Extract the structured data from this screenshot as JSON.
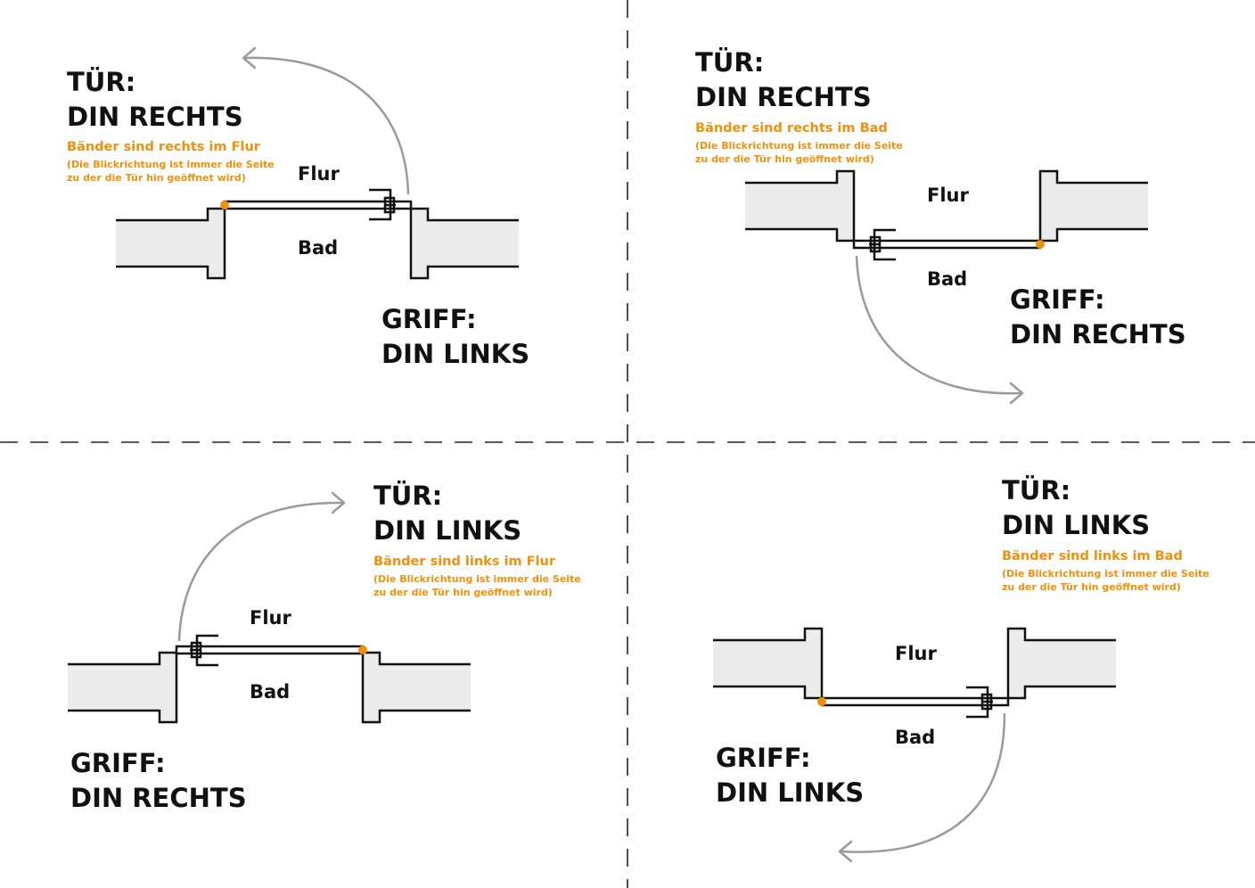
{
  "colors": {
    "accent": "#f0900c",
    "text": "#111111",
    "wall": "#ececec",
    "swing_arrow": "#9a9a9a"
  },
  "panels": [
    {
      "door_title": [
        "TÜR:",
        "DIN RECHTS"
      ],
      "hinge_note": "Bänder sind rechts im Flur",
      "view_note": [
        "(Die Blickrichtung ist immer die Seite",
        "zu der die Tür hin geöffnet wird)"
      ],
      "room_top": "Flur",
      "room_bottom": "Bad",
      "handle_title": [
        "GRIFF:",
        "DIN LINKS"
      ]
    },
    {
      "door_title": [
        "TÜR:",
        "DIN RECHTS"
      ],
      "hinge_note": "Bänder sind rechts im Bad",
      "view_note": [
        "(Die Blickrichtung ist immer die Seite",
        "zu der die Tür hin geöffnet wird)"
      ],
      "room_top": "Flur",
      "room_bottom": "Bad",
      "handle_title": [
        "GRIFF:",
        "DIN RECHTS"
      ]
    },
    {
      "door_title": [
        "TÜR:",
        "DIN LINKS"
      ],
      "hinge_note": "Bänder sind links im Flur",
      "view_note": [
        "(Die Blickrichtung ist immer die Seite",
        "zu der die Tür hin geöffnet wird)"
      ],
      "room_top": "Flur",
      "room_bottom": "Bad",
      "handle_title": [
        "GRIFF:",
        "DIN RECHTS"
      ]
    },
    {
      "door_title": [
        "TÜR:",
        "DIN LINKS"
      ],
      "hinge_note": "Bänder sind links im Bad",
      "view_note": [
        "(Die Blickrichtung ist immer die Seite",
        "zu der die Tür hin geöffnet wird)"
      ],
      "room_top": "Flur",
      "room_bottom": "Bad",
      "handle_title": [
        "GRIFF:",
        "DIN LINKS"
      ]
    }
  ]
}
